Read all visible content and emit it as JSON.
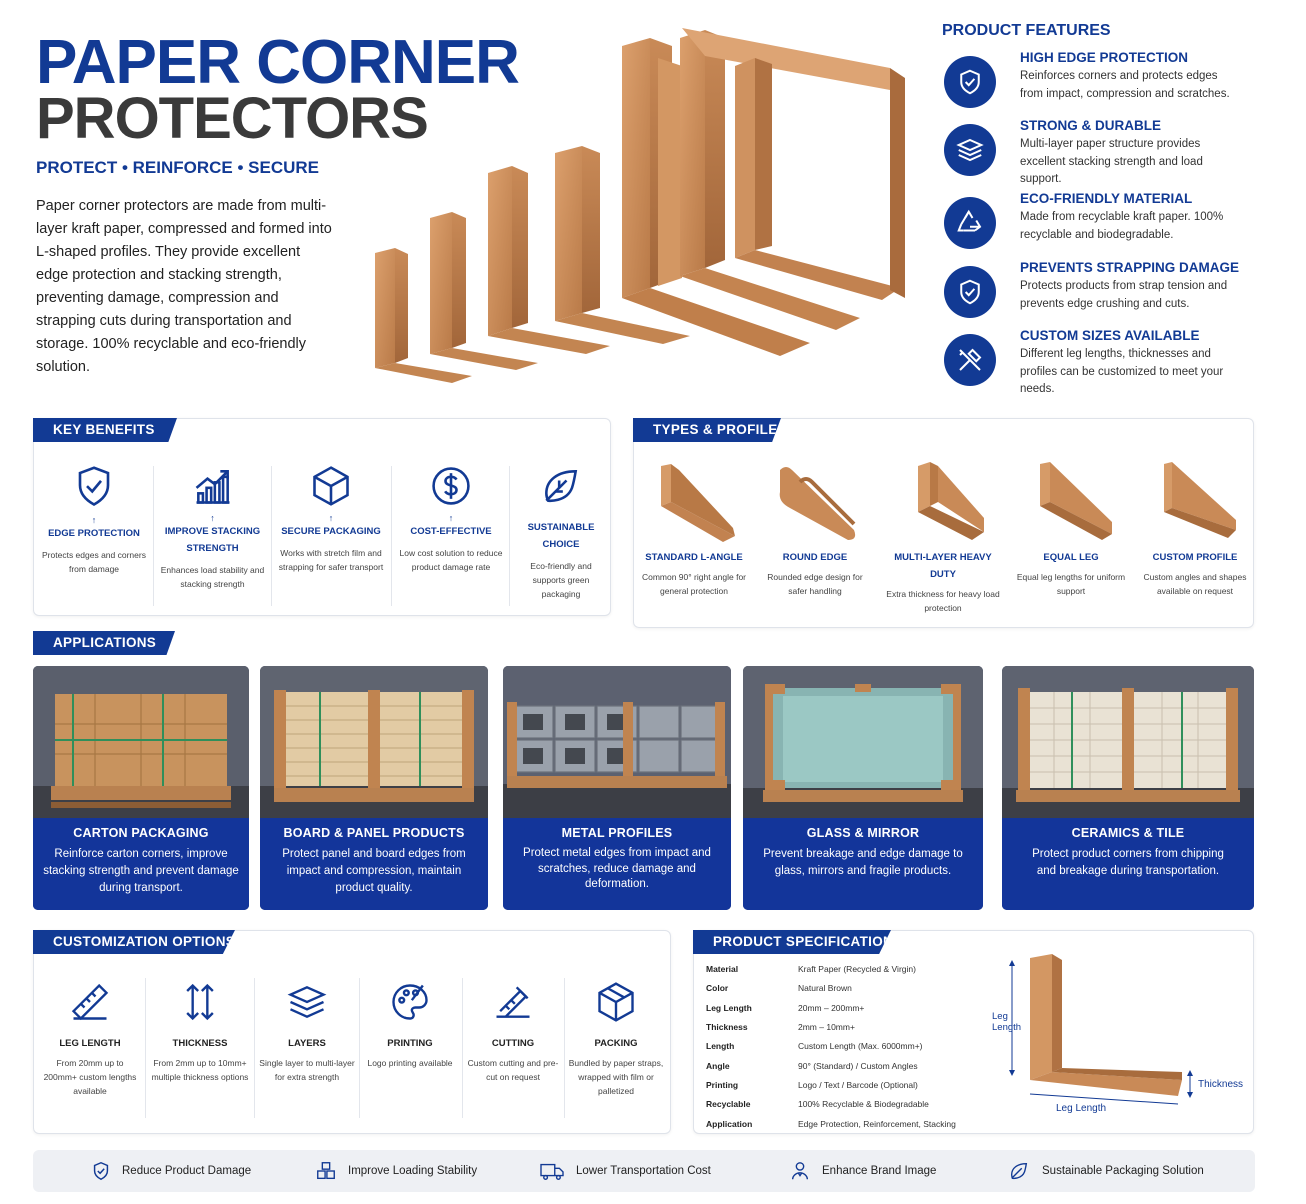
{
  "hero": {
    "title_line1": "PAPER CORNER",
    "title_line2": "PROTECTORS",
    "tagline": "PROTECT • REINFORCE • SECURE",
    "intro": "Paper corner protectors are made from multi-layer kraft paper, compressed and formed into L-shaped profiles. They provide excellent edge protection and stacking strength, preventing damage, compression and strapping cuts during transportation and storage. 100% recyclable and eco-friendly solution."
  },
  "features": {
    "title": "PRODUCT FEATURES",
    "items": [
      {
        "title": "HIGH EDGE PROTECTION",
        "desc": "Reinforces corners and protects edges from impact, compression and scratches.",
        "icon": "shield-check-icon"
      },
      {
        "title": "STRONG & DURABLE",
        "desc": "Multi-layer paper structure provides excellent stacking strength and load support.",
        "icon": "layers-icon"
      },
      {
        "title": "ECO-FRIENDLY MATERIAL",
        "desc": "Made from recyclable kraft paper. 100% recyclable and biodegradable.",
        "icon": "recycle-icon"
      },
      {
        "title": "PREVENTS STRAPPING DAMAGE",
        "desc": "Protects products from strap tension and prevents edge crushing and cuts.",
        "icon": "shield-icon"
      },
      {
        "title": "CUSTOM SIZES AVAILABLE",
        "desc": "Different leg lengths, thicknesses and profiles can be customized to meet your needs.",
        "icon": "tools-icon"
      }
    ]
  },
  "benefits": {
    "title": "KEY BENEFITS",
    "items": [
      {
        "title": "EDGE PROTECTION",
        "desc": "Protects edges and corners from damage",
        "icon": "shield-check-icon"
      },
      {
        "title": "IMPROVE STACKING STRENGTH",
        "desc": "Enhances load stability and stacking strength",
        "icon": "growth-chart-icon"
      },
      {
        "title": "SECURE PACKAGING",
        "desc": "Works with stretch film and strapping for safer transport",
        "icon": "box-icon"
      },
      {
        "title": "COST-EFFECTIVE",
        "desc": "Low cost solution to reduce product damage rate",
        "icon": "dollar-icon"
      },
      {
        "title": "SUSTAINABLE CHOICE",
        "desc": "Eco-friendly and supports green packaging",
        "icon": "leaf-icon"
      }
    ]
  },
  "types": {
    "title": "TYPES & PROFILES",
    "items": [
      {
        "title": "STANDARD L-ANGLE",
        "desc": "Common 90° right angle for general protection"
      },
      {
        "title": "ROUND EDGE",
        "desc": "Rounded edge design for safer handling"
      },
      {
        "title": "MULTI-LAYER HEAVY DUTY",
        "desc": "Extra thickness for heavy load protection"
      },
      {
        "title": "EQUAL LEG",
        "desc": "Equal leg lengths for uniform support"
      },
      {
        "title": "CUSTOM PROFILE",
        "desc": "Custom angles and shapes available on request"
      }
    ]
  },
  "applications": {
    "title": "APPLICATIONS",
    "items": [
      {
        "title": "CARTON PACKAGING",
        "desc": "Reinforce carton corners, improve stacking strength and prevent damage during transport."
      },
      {
        "title": "BOARD & PANEL PRODUCTS",
        "desc": "Protect panel and board edges from impact and compression, maintain product quality."
      },
      {
        "title": "METAL PROFILES",
        "desc": "Protect metal edges from impact and scratches, reduce damage and deformation."
      },
      {
        "title": "GLASS & MIRROR",
        "desc": "Prevent breakage and edge damage to glass, mirrors and fragile products."
      },
      {
        "title": "CERAMICS & TILE",
        "desc": "Protect product corners from chipping and breakage during transportation."
      }
    ]
  },
  "customization": {
    "title": "CUSTOMIZATION OPTIONS",
    "items": [
      {
        "title": "LEG LENGTH",
        "desc": "From 20mm up to 200mm+ custom lengths available",
        "icon": "ruler-icon"
      },
      {
        "title": "THICKNESS",
        "desc": "From 2mm up to 10mm+ multiple thickness options",
        "icon": "thickness-arrows-icon"
      },
      {
        "title": "LAYERS",
        "desc": "Single layer to multi-layer for extra strength",
        "icon": "layers-icon"
      },
      {
        "title": "PRINTING",
        "desc": "Logo printing available",
        "icon": "palette-icon"
      },
      {
        "title": "CUTTING",
        "desc": "Custom cutting and pre-cut on request",
        "icon": "cutting-icon"
      },
      {
        "title": "PACKING",
        "desc": "Bundled by paper straps, wrapped with film or palletized",
        "icon": "package-icon"
      }
    ]
  },
  "specs": {
    "title": "PRODUCT SPECIFICATIONS",
    "rows": [
      {
        "label": "Material",
        "value": "Kraft Paper (Recycled & Virgin)"
      },
      {
        "label": "Color",
        "value": "Natural Brown"
      },
      {
        "label": "Leg Length",
        "value": "20mm – 200mm+"
      },
      {
        "label": "Thickness",
        "value": "2mm – 10mm+"
      },
      {
        "label": "Length",
        "value": "Custom Length (Max. 6000mm+)"
      },
      {
        "label": "Angle",
        "value": "90° (Standard) / Custom Angles"
      },
      {
        "label": "Printing",
        "value": "Logo / Text / Barcode (Optional)"
      },
      {
        "label": "Recyclable",
        "value": "100% Recyclable & Biodegradable"
      },
      {
        "label": "Application",
        "value": "Edge Protection, Reinforcement, Stacking"
      }
    ],
    "diagram": {
      "leg_label": "Leg Length",
      "leg_side_label": "Leg\nLength",
      "thickness_label": "Thickness"
    }
  },
  "bottom_bar": [
    {
      "label": "Reduce Product Damage",
      "icon": "shield-check-icon"
    },
    {
      "label": "Improve Loading Stability",
      "icon": "stacked-boxes-icon"
    },
    {
      "label": "Lower Transportation Cost",
      "icon": "truck-icon"
    },
    {
      "label": "Enhance Brand Image",
      "icon": "person-badge-icon"
    },
    {
      "label": "Sustainable Packaging Solution",
      "icon": "leaf-icon"
    }
  ],
  "colors": {
    "brand": "#123a94",
    "kraft": "#c98a57",
    "kraft_dark": "#a86c3d"
  }
}
